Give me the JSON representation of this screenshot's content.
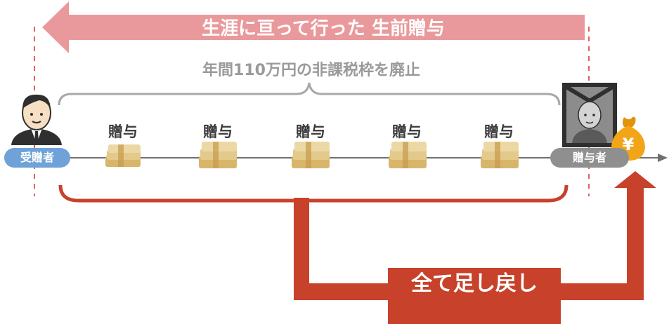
{
  "banner": {
    "title": "生涯に亘って行った 生前贈与"
  },
  "subtitle": "年間110万円の非課税枠を廃止",
  "gifts": [
    {
      "label": "贈与"
    },
    {
      "label": "贈与"
    },
    {
      "label": "贈与"
    },
    {
      "label": "贈与"
    },
    {
      "label": "贈与"
    }
  ],
  "recipient": {
    "label": "受贈者",
    "icon": "businessman-icon"
  },
  "donor": {
    "label": "贈与者",
    "icon": "deceased-portrait-icon"
  },
  "money_bag": {
    "symbol": "¥",
    "icon": "money-bag-icon"
  },
  "return_box": {
    "label": "全て足し戻し"
  },
  "colors": {
    "banner_arrow": "#e9999b",
    "return_arrow": "#c8412a",
    "recipient_pill": "#6fa3d8",
    "donor_pill": "#8f8f8f",
    "money_bag": "#f2a516",
    "bill": "#e3c98a",
    "timeline": "#6f6f6f",
    "bracket": "#a8a8a8",
    "dashed_line": "#e06060"
  }
}
